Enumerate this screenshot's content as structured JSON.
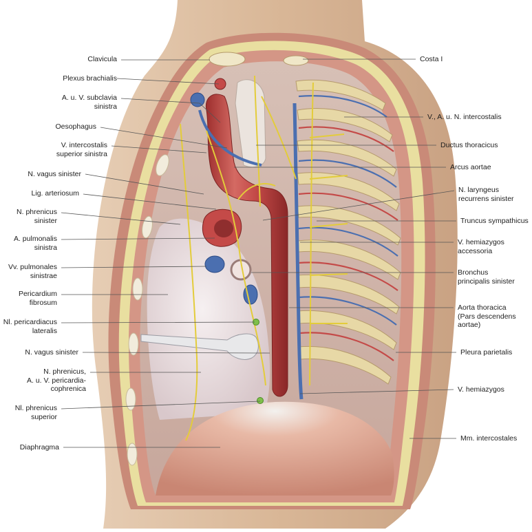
{
  "figure": {
    "left_labels": [
      {
        "id": "clavicula",
        "lines": [
          "Clavicula"
        ]
      },
      {
        "id": "plexus-brachialis",
        "lines": [
          "Plexus brachialis"
        ]
      },
      {
        "id": "subclavia",
        "lines": [
          "A. u. V. subclavia",
          "sinistra"
        ]
      },
      {
        "id": "oesophagus",
        "lines": [
          "Oesophagus"
        ]
      },
      {
        "id": "v-intercostalis",
        "lines": [
          "V. intercostalis",
          "superior sinistra"
        ]
      },
      {
        "id": "n-vagus-1",
        "lines": [
          "N. vagus sinister"
        ]
      },
      {
        "id": "lig-arteriosum",
        "lines": [
          "Lig. arteriosum"
        ]
      },
      {
        "id": "n-phrenicus-sin",
        "lines": [
          "N. phrenicus",
          "sinister"
        ]
      },
      {
        "id": "a-pulmonalis",
        "lines": [
          "A. pulmonalis",
          "sinistra"
        ]
      },
      {
        "id": "vv-pulmonales",
        "lines": [
          "Vv. pulmonales",
          "sinistrae"
        ]
      },
      {
        "id": "pericardium",
        "lines": [
          "Pericardium",
          "fibrosum"
        ]
      },
      {
        "id": "nl-pericardiacus",
        "lines": [
          "Nl. pericardiacus",
          "lateralis"
        ]
      },
      {
        "id": "n-vagus-2",
        "lines": [
          "N. vagus sinister"
        ]
      },
      {
        "id": "n-phrenicus-pc",
        "lines": [
          "N. phrenicus,",
          "A. u. V. pericardia-",
          "cophrenica"
        ]
      },
      {
        "id": "nl-phrenicus",
        "lines": [
          "Nl. phrenicus",
          "superior"
        ]
      },
      {
        "id": "diaphragma",
        "lines": [
          "Diaphragma"
        ]
      }
    ],
    "right_labels": [
      {
        "id": "costa-i",
        "lines": [
          "Costa I"
        ]
      },
      {
        "id": "intercostalis",
        "lines": [
          "V., A. u. N. intercostalis"
        ]
      },
      {
        "id": "ductus",
        "lines": [
          "Ductus thoracicus"
        ]
      },
      {
        "id": "arcus",
        "lines": [
          "Arcus aortae"
        ]
      },
      {
        "id": "laryngeus",
        "lines": [
          "N. laryngeus",
          "recurrens sinister"
        ]
      },
      {
        "id": "truncus",
        "lines": [
          "Truncus sympathicus"
        ]
      },
      {
        "id": "hemiazygos-acc",
        "lines": [
          "V. hemiazygos",
          "accessoria"
        ]
      },
      {
        "id": "bronchus",
        "lines": [
          "Bronchus",
          "principalis sinister"
        ]
      },
      {
        "id": "aorta-thoracica",
        "lines": [
          "Aorta thoracica",
          "(Pars descendens",
          "aortae)"
        ]
      },
      {
        "id": "pleura",
        "lines": [
          "Pleura parietalis"
        ]
      },
      {
        "id": "hemiazygos",
        "lines": [
          "V. hemiazygos"
        ]
      },
      {
        "id": "intercostales",
        "lines": [
          "Mm. intercostales"
        ]
      }
    ],
    "colors": {
      "skin": "#d8b79a",
      "muscle": "#c98a78",
      "fat": "#e9dfa0",
      "pleura": "#e6d3cc",
      "aorta": "#c44a48",
      "vein": "#4b6fb0",
      "nerve": "#e3cc3a",
      "diaphragm": "#dfa794",
      "pericardium": "#ece4e6",
      "node": "#7fbf4a"
    }
  }
}
